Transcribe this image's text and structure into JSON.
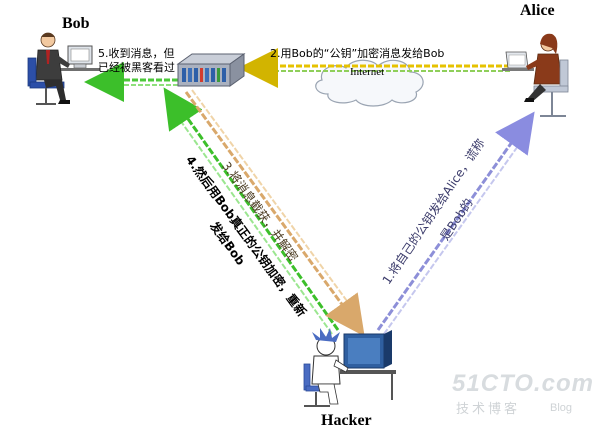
{
  "nodes": {
    "bob": "Bob",
    "alice": "Alice",
    "hacker": "Hacker",
    "cloud": "Internet"
  },
  "steps": {
    "step1_line1": "1.将自己的公钥发给Alice，谎称",
    "step1_line2": "是Bob的",
    "step2": "2.用Bob的“公钥”加密消息发给Bob",
    "step3": "3.将消息截获，并解密",
    "step4_line1": "4.然后用Bob真正的公钥加密，重新",
    "step4_line2": "发给Bob",
    "step5_line1": "5.收到消息，但",
    "step5_line2": "已经被黑客看过"
  },
  "watermark": {
    "brand": "51CTO.com",
    "sub": "技术博客",
    "blog": "Blog"
  },
  "colors": {
    "step1_arrow": "#8d8fd8",
    "step2_arrow": "#d2b400",
    "step3_arrow": "#d9a86b",
    "step4_arrow": "#45c832"
  }
}
